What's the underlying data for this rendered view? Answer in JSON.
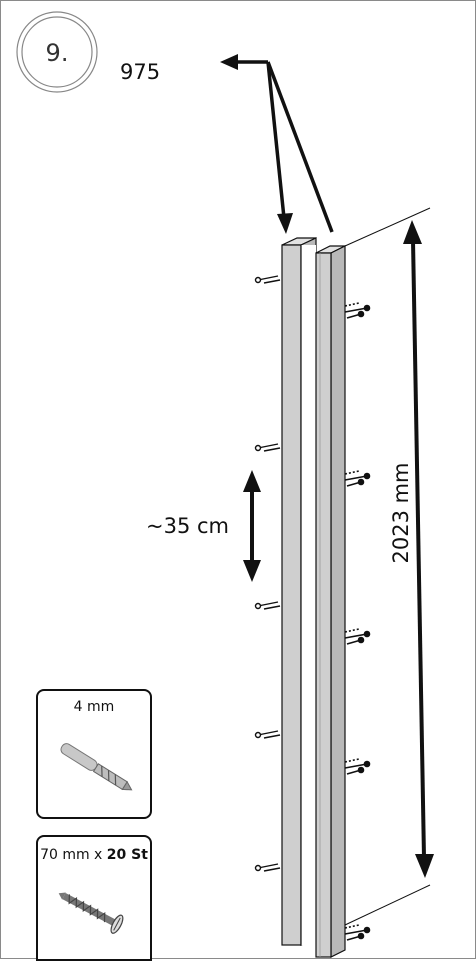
{
  "step_number": "9.",
  "board_code": "975",
  "length_label": "2023 mm",
  "spacing_label": "~35 cm",
  "tools": {
    "drill_bit": {
      "label": "4 mm",
      "icon": "drill-bit-icon"
    },
    "screws": {
      "label_size": "70 mm x ",
      "label_count": "20 St",
      "icon": "screw-icon"
    }
  },
  "colors": {
    "wood": "#cfcfcf",
    "wood_dark": "#b8b8b8",
    "line": "#111111"
  }
}
